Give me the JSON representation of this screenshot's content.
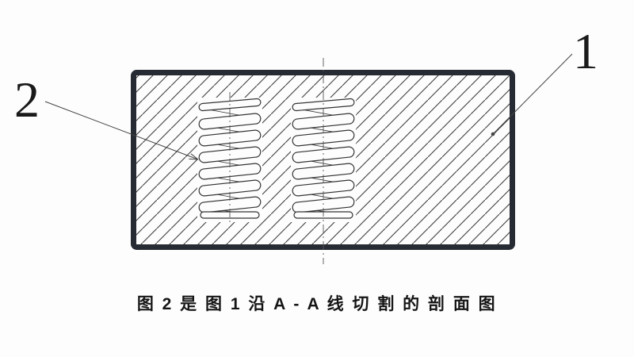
{
  "figure": {
    "caption": "图 2  是 图 1 沿 A - A 线 切 割 的 剖 面 图",
    "reference_labels": [
      {
        "text": "1"
      },
      {
        "text": "2"
      }
    ]
  },
  "colors": {
    "background": "#fdfdfd",
    "block_border": "#272b33",
    "hatch_line": "#3d3d3d",
    "drawing_line": "#444444",
    "spring_line": "#333333",
    "center_line": "#555555",
    "text": "#151515"
  }
}
